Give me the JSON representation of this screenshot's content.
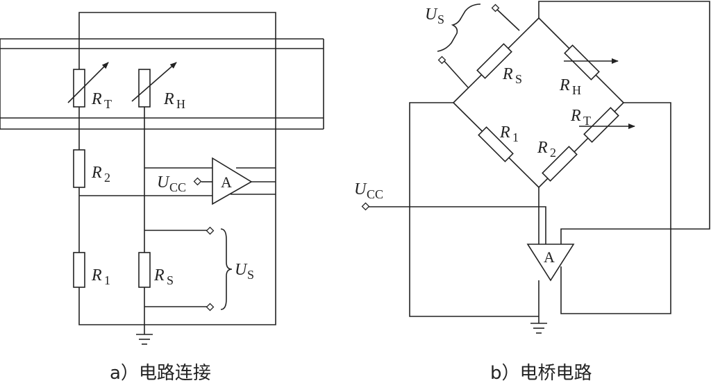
{
  "diagram_a": {
    "caption": "a）电路连接",
    "rt": {
      "main": "R",
      "sub": "T"
    },
    "rh": {
      "main": "R",
      "sub": "H"
    },
    "r2": {
      "main": "R",
      "sub": "2"
    },
    "r1": {
      "main": "R",
      "sub": "1"
    },
    "rs": {
      "main": "R",
      "sub": "S"
    },
    "ucc": {
      "main": "U",
      "sub": "CC"
    },
    "us": {
      "main": "U",
      "sub": "S"
    },
    "amp": "A"
  },
  "diagram_b": {
    "caption": "b）电桥电路",
    "rs": {
      "main": "R",
      "sub": "S"
    },
    "rh": {
      "main": "R",
      "sub": "H"
    },
    "rt": {
      "main": "R",
      "sub": "T"
    },
    "r1": {
      "main": "R",
      "sub": "1"
    },
    "r2": {
      "main": "R",
      "sub": "2"
    },
    "ucc": {
      "main": "U",
      "sub": "CC"
    },
    "us": {
      "main": "U",
      "sub": "S"
    },
    "amp": "A"
  }
}
